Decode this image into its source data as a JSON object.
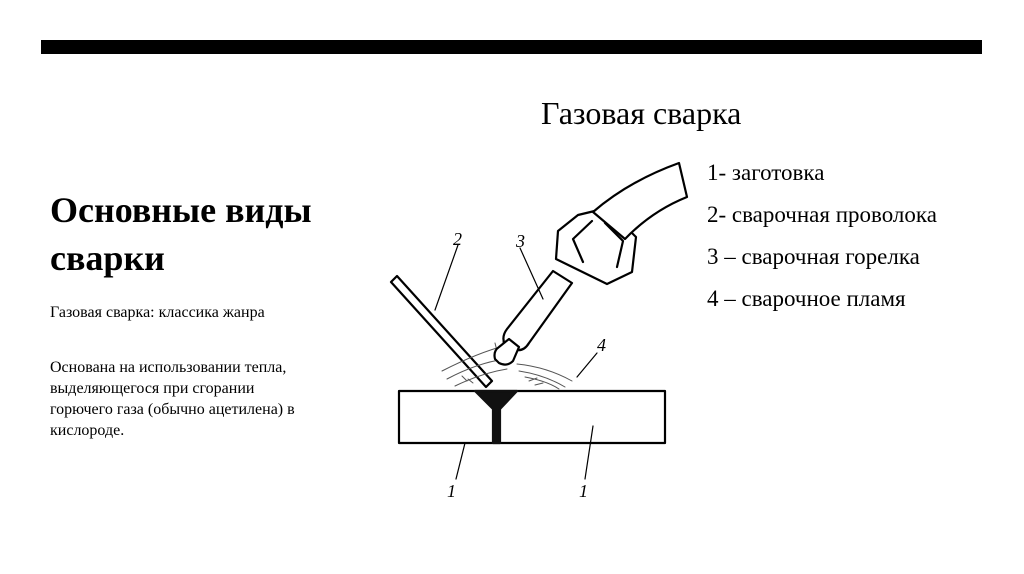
{
  "slide": {
    "title": "Основные виды сварки",
    "subtitle": "Газовая сварка: классика жанра",
    "body": "Основана на использовании тепла, выделяющегося при сгорании горючего газа (обычно ацетилена) в кислороде."
  },
  "figure": {
    "title": "Газовая сварка",
    "legend": [
      "1- заготовка",
      "2- сварочная проволока",
      "3 – сварочная горелка",
      "4 – сварочное пламя"
    ],
    "callouts": {
      "wire": "2",
      "torch": "3",
      "flame": "4",
      "workpiece_left": "1",
      "workpiece_right": "1"
    }
  }
}
